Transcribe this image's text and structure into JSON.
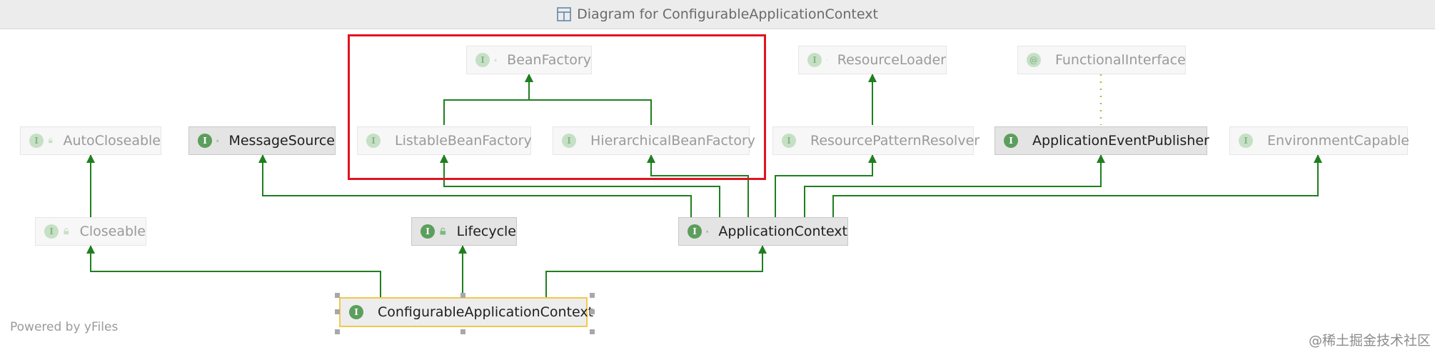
{
  "window": {
    "title": "Diagram for ConfigurableApplicationContext",
    "title_icon": "diagram-icon"
  },
  "footer": {
    "powered_by": "Powered by yFiles",
    "watermark": "@稀土掘金技术社区"
  },
  "colors": {
    "edge": "#1f7f1f",
    "dotted_edge": "#9bc44a",
    "highlight_box": "#e0141e",
    "selected_border": "#f2c94c",
    "interface_badge": "#5c9e5c"
  },
  "nodes": [
    {
      "id": "bean-factory",
      "label": "BeanFactory",
      "kind": "interface",
      "style": "faded"
    },
    {
      "id": "resource-loader",
      "label": "ResourceLoader",
      "kind": "interface",
      "style": "faded"
    },
    {
      "id": "functional-interface",
      "label": "FunctionalInterface",
      "kind": "annotation",
      "style": "faded"
    },
    {
      "id": "auto-closeable",
      "label": "AutoCloseable",
      "kind": "interface",
      "style": "faded"
    },
    {
      "id": "message-source",
      "label": "MessageSource",
      "kind": "interface",
      "style": "full"
    },
    {
      "id": "listable-bean-factory",
      "label": "ListableBeanFactory",
      "kind": "interface",
      "style": "faded"
    },
    {
      "id": "hierarchical-bean-factory",
      "label": "HierarchicalBeanFactory",
      "kind": "interface",
      "style": "faded"
    },
    {
      "id": "resource-pattern-resolver",
      "label": "ResourcePatternResolver",
      "kind": "interface",
      "style": "faded"
    },
    {
      "id": "application-event-publisher",
      "label": "ApplicationEventPublisher",
      "kind": "interface",
      "style": "full"
    },
    {
      "id": "environment-capable",
      "label": "EnvironmentCapable",
      "kind": "interface",
      "style": "faded"
    },
    {
      "id": "closeable",
      "label": "Closeable",
      "kind": "interface",
      "style": "faded"
    },
    {
      "id": "lifecycle",
      "label": "Lifecycle",
      "kind": "interface",
      "style": "full"
    },
    {
      "id": "application-context",
      "label": "ApplicationContext",
      "kind": "interface",
      "style": "full"
    },
    {
      "id": "configurable-application-context",
      "label": "ConfigurableApplicationContext",
      "kind": "interface",
      "style": "sel"
    }
  ],
  "edges": [
    {
      "from": "listable-bean-factory",
      "to": "bean-factory",
      "type": "extends"
    },
    {
      "from": "hierarchical-bean-factory",
      "to": "bean-factory",
      "type": "extends"
    },
    {
      "from": "resource-pattern-resolver",
      "to": "resource-loader",
      "type": "extends"
    },
    {
      "from": "application-event-publisher",
      "to": "functional-interface",
      "type": "annotated"
    },
    {
      "from": "closeable",
      "to": "auto-closeable",
      "type": "extends"
    },
    {
      "from": "application-context",
      "to": "message-source",
      "type": "extends"
    },
    {
      "from": "application-context",
      "to": "listable-bean-factory",
      "type": "extends"
    },
    {
      "from": "application-context",
      "to": "hierarchical-bean-factory",
      "type": "extends"
    },
    {
      "from": "application-context",
      "to": "resource-pattern-resolver",
      "type": "extends"
    },
    {
      "from": "application-context",
      "to": "application-event-publisher",
      "type": "extends"
    },
    {
      "from": "application-context",
      "to": "environment-capable",
      "type": "extends"
    },
    {
      "from": "configurable-application-context",
      "to": "closeable",
      "type": "extends"
    },
    {
      "from": "configurable-application-context",
      "to": "lifecycle",
      "type": "extends"
    },
    {
      "from": "configurable-application-context",
      "to": "application-context",
      "type": "extends"
    }
  ]
}
